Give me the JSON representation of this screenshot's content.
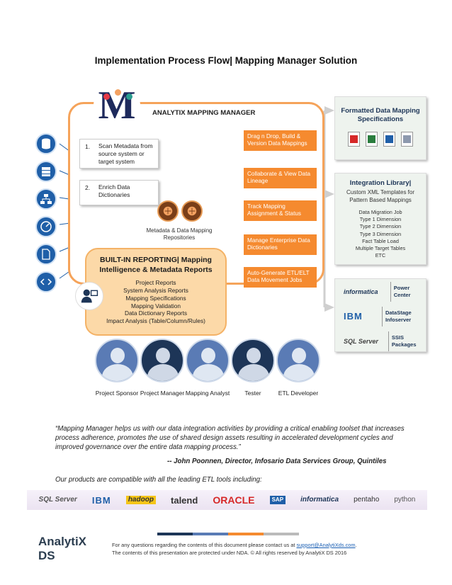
{
  "title": "Implementation Process Flow| Mapping Manager Solution",
  "main": {
    "frame_title": "ANALYTIX MAPPING MANAGER",
    "logo_letter": "M",
    "steps": [
      {
        "num": "1.",
        "text": "Scan Metadata from source system or target system"
      },
      {
        "num": "2.",
        "text": "Enrich Data Dictionaries"
      }
    ],
    "repo_label": "Metadata & Data Mapping Repositories",
    "features": [
      "Drag n Drop, Build & Version Data Mappings",
      "Collaborate & View Data Lineage",
      "Track Mapping Assignment & Status",
      "Manage Enterprise Data Dictionaries",
      "Auto-Generate ETL/ELT Data Movement Jobs"
    ],
    "reporting": {
      "title": "BUILT-IN REPORTING| Mapping Intelligence & Metadata Reports",
      "items": [
        "Project Reports",
        "System Analysis Reports",
        "Mapping Specifications",
        "Mapping Validation",
        "Data Dictionary Reports",
        "Impact Analysis (Table/Column/Rules)"
      ]
    }
  },
  "left_icons": [
    "database-icon",
    "server-icon",
    "network-icon",
    "gauge-icon",
    "file-icon",
    "code-icon"
  ],
  "right": {
    "specs_title": "Formatted Data Mapping Specifications",
    "library_title": "Integration Library|",
    "library_sub": "Custom XML Templates for Pattern Based Mappings",
    "library_items": [
      "Data Migration Job",
      "Type 1 Dimension",
      "Type 2 Dimension",
      "Type 3 Dimension",
      "Fact Table Load",
      "Multiple Target Tables",
      "ETC"
    ],
    "etl_targets": [
      {
        "logo": "informatica",
        "name": "Power Center"
      },
      {
        "logo": "IBM",
        "name": "DataStage Infoserver"
      },
      {
        "logo": "SQL Server",
        "name": "SSIS Packages"
      }
    ]
  },
  "people": [
    {
      "label": "Project Sponsor"
    },
    {
      "label": "Project Manager"
    },
    {
      "label": "Mapping Analyst"
    },
    {
      "label": "Tester"
    },
    {
      "label": "ETL Developer"
    }
  ],
  "quote": "“Mapping Manager helps us with our data integration activities by providing a critical enabling toolset that increases process adherence, promotes the use of shared design assets resulting in accelerated development cycles and improved governance over the entire data mapping process.”",
  "quote_author": "-- John Poonnen, Director, Infosario Data Services Group, Quintiles",
  "compat_text": "Our products are compatible with all the leading ETL tools including:",
  "tools": [
    "SQL Server",
    "IBM",
    "hadoop",
    "talend",
    "ORACLE",
    "SAP",
    "informatica",
    "pentaho",
    "python"
  ],
  "footer": {
    "logo": "AnalytiX DS",
    "line1_prefix": "For any questions regarding the contents of this document please contact us at",
    "email": "support@AnalytiXds.com",
    "line2": "The contents of this presentation are protected under NDA. © All rights reserved by AnalytiX DS 2016"
  },
  "colors": {
    "orange": "#f58a2f",
    "navy": "#1d3557",
    "blue": "#1f5fa8"
  }
}
